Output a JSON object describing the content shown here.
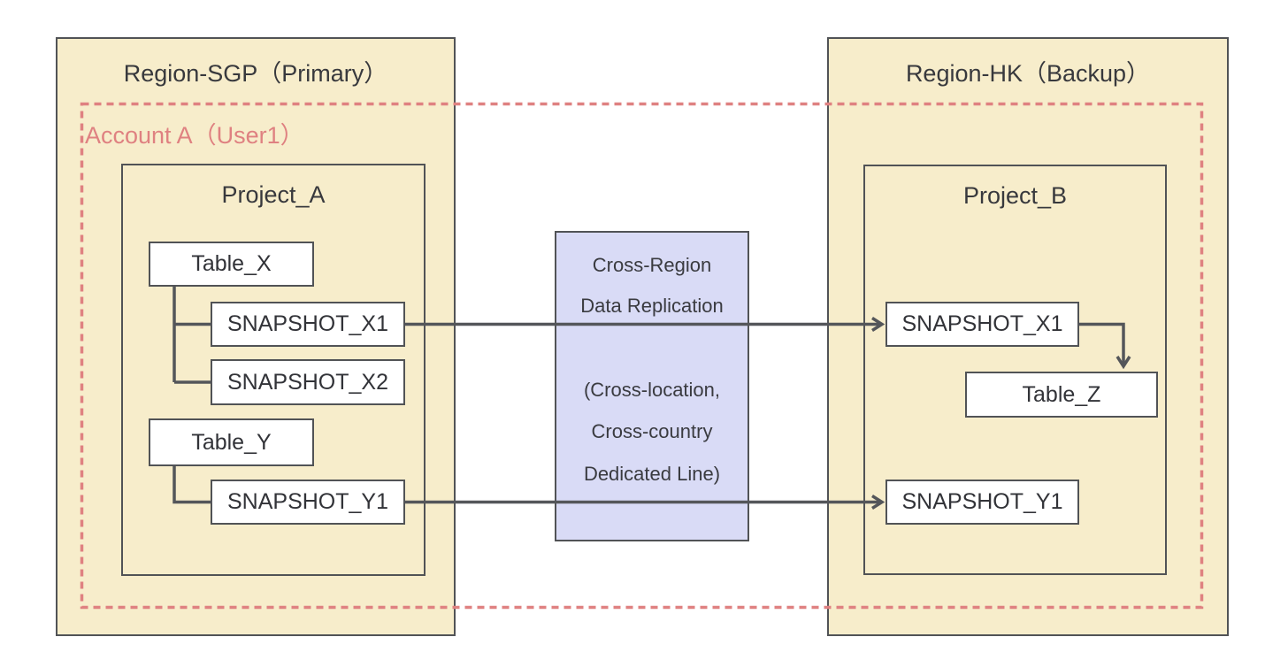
{
  "colors": {
    "page_background": "#ffffff",
    "region_fill": "#f7edcb",
    "box_border": "#515356",
    "node_fill": "#ffffff",
    "replication_fill": "#d9dbf6",
    "account_accent": "#df8181",
    "connector": "#54565a",
    "text": "#38393d"
  },
  "regions": {
    "primary": {
      "title": "Region-SGP（Primary）"
    },
    "backup": {
      "title": "Region-HK（Backup）"
    }
  },
  "account": {
    "label": "Account A（User1）"
  },
  "projects": {
    "a": {
      "title": "Project_A"
    },
    "b": {
      "title": "Project_B"
    }
  },
  "nodes": {
    "table_x": "Table_X",
    "snapshot_x1": "SNAPSHOT_X1",
    "snapshot_x2": "SNAPSHOT_X2",
    "table_y": "Table_Y",
    "snapshot_y1": "SNAPSHOT_Y1",
    "snapshot_x1_backup": "SNAPSHOT_X1",
    "table_z": "Table_Z",
    "snapshot_y1_backup": "SNAPSHOT_Y1"
  },
  "replication": {
    "line1": "Cross-Region",
    "line2": "Data Replication",
    "line3": "(Cross-location,",
    "line4": "Cross-country",
    "line5": "Dedicated Line)"
  },
  "edges": [
    {
      "from": "Table_X",
      "to": "SNAPSHOT_X1",
      "style": "line"
    },
    {
      "from": "Table_X",
      "to": "SNAPSHOT_X2",
      "style": "line"
    },
    {
      "from": "Table_Y",
      "to": "SNAPSHOT_Y1",
      "style": "line"
    },
    {
      "from": "SNAPSHOT_X1 (Region-SGP)",
      "to": "SNAPSHOT_X1 (Region-HK)",
      "style": "arrow"
    },
    {
      "from": "SNAPSHOT_X1 (Region-HK)",
      "to": "Table_Z",
      "style": "arrow"
    },
    {
      "from": "SNAPSHOT_Y1 (Region-SGP)",
      "to": "SNAPSHOT_Y1 (Region-HK)",
      "style": "arrow"
    }
  ]
}
